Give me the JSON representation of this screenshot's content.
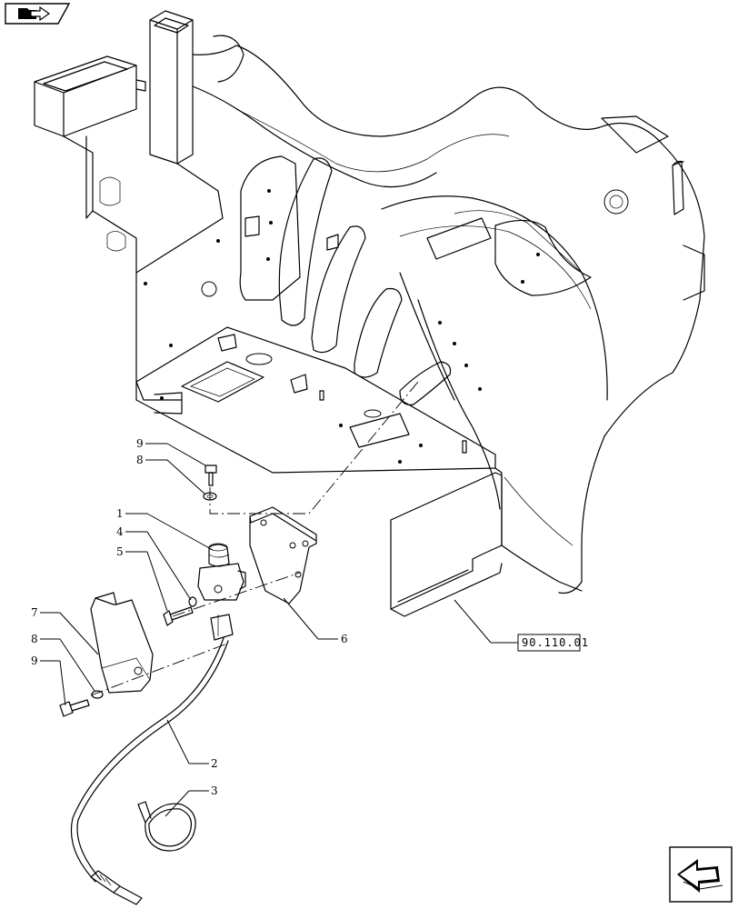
{
  "nav": {
    "top_icon": "book-arrow-icon",
    "bottom_icon": "back-arrow-icon"
  },
  "callouts": {
    "c1": "1",
    "c2": "2",
    "c3": "3",
    "c4": "4",
    "c5": "5",
    "c6": "6",
    "c7": "7",
    "c8_upper": "8",
    "c8_lower": "8",
    "c9_upper": "9",
    "c9_lower": "9"
  },
  "reference": {
    "label": "90.110.01"
  }
}
